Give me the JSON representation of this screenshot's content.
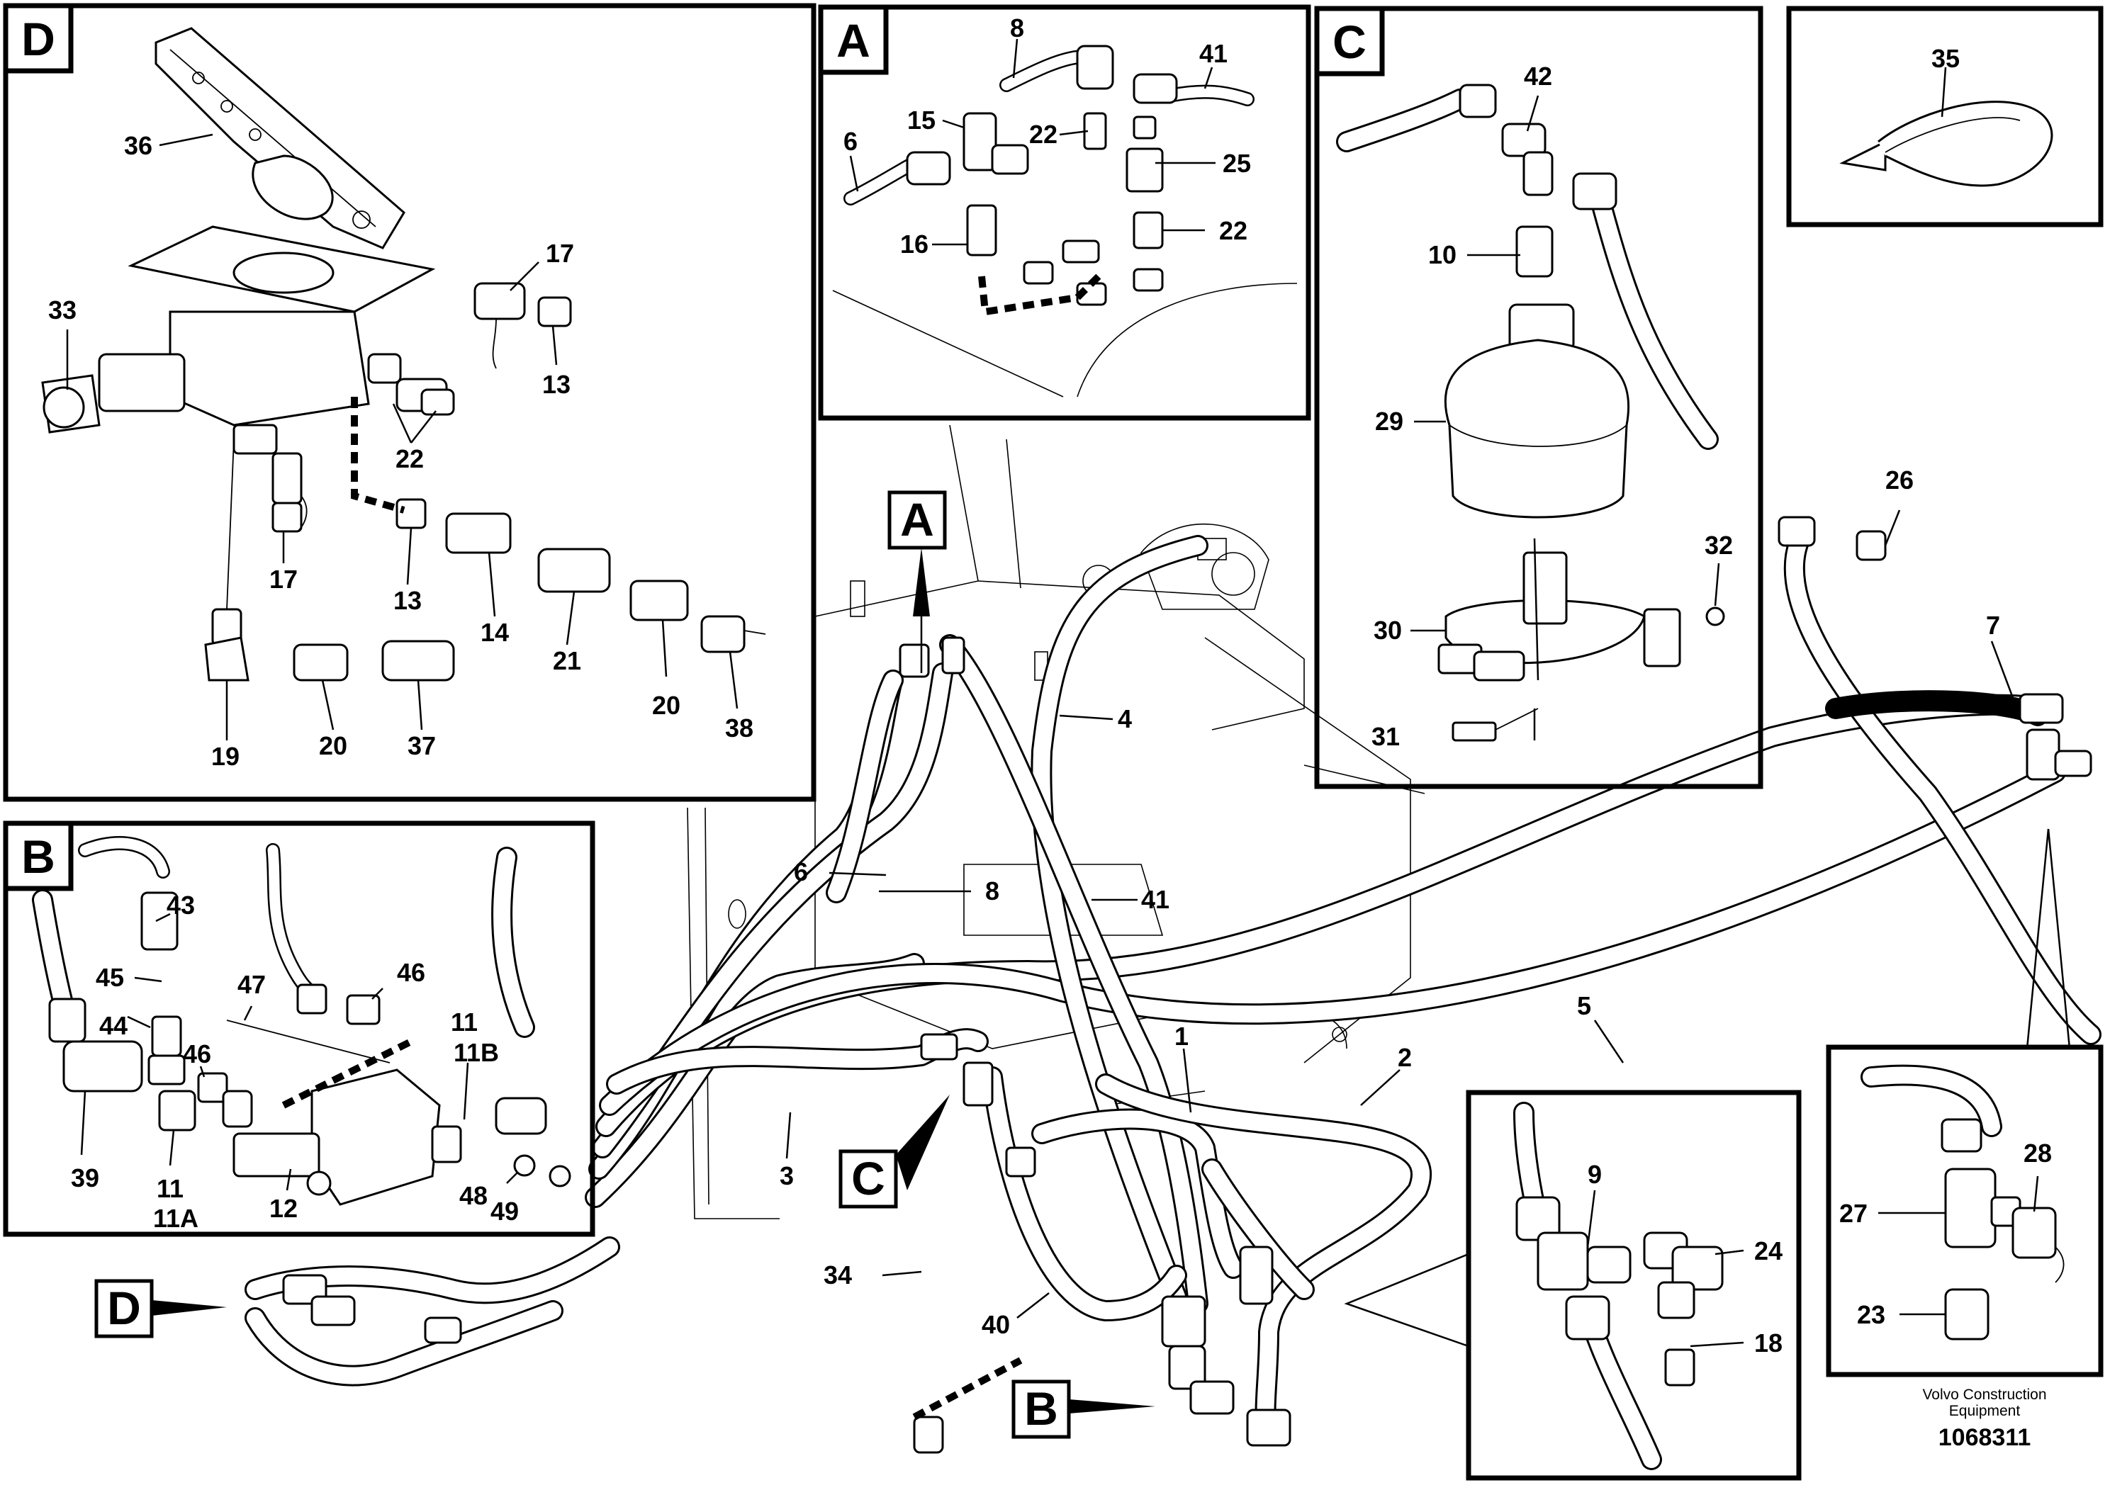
{
  "detail_letters": [
    "A",
    "B",
    "C",
    "D"
  ],
  "detail_views": {
    "D": {
      "letter": "D",
      "callouts": [
        "36",
        "17",
        "33",
        "13",
        "22",
        "17",
        "13",
        "14",
        "21",
        "20",
        "38",
        "19",
        "20",
        "37"
      ]
    },
    "A": {
      "letter": "A",
      "callouts": [
        "8",
        "41",
        "15",
        "6",
        "22",
        "25",
        "16",
        "22"
      ]
    },
    "C": {
      "letter": "C",
      "callouts": [
        "42",
        "10",
        "29",
        "32",
        "30",
        "31"
      ]
    },
    "B": {
      "letter": "B",
      "callouts": [
        "43",
        "45",
        "47",
        "46",
        "11",
        "11B",
        "44",
        "46",
        "39",
        "11",
        "11A",
        "12",
        "48",
        "49"
      ]
    },
    "tie": {
      "callouts": [
        "35"
      ]
    },
    "valve": {
      "callouts": [
        "9",
        "24",
        "18"
      ]
    },
    "tee": {
      "callouts": [
        "28",
        "27",
        "23"
      ]
    }
  },
  "main_view": {
    "markers": [
      "A",
      "C",
      "B",
      "D"
    ],
    "callouts": [
      "26",
      "7",
      "4",
      "6",
      "8",
      "41",
      "5",
      "1",
      "2",
      "3",
      "34",
      "40"
    ]
  },
  "caption": {
    "line1": "Volvo Construction",
    "line2": "Equipment",
    "doc_number": "1068311"
  }
}
